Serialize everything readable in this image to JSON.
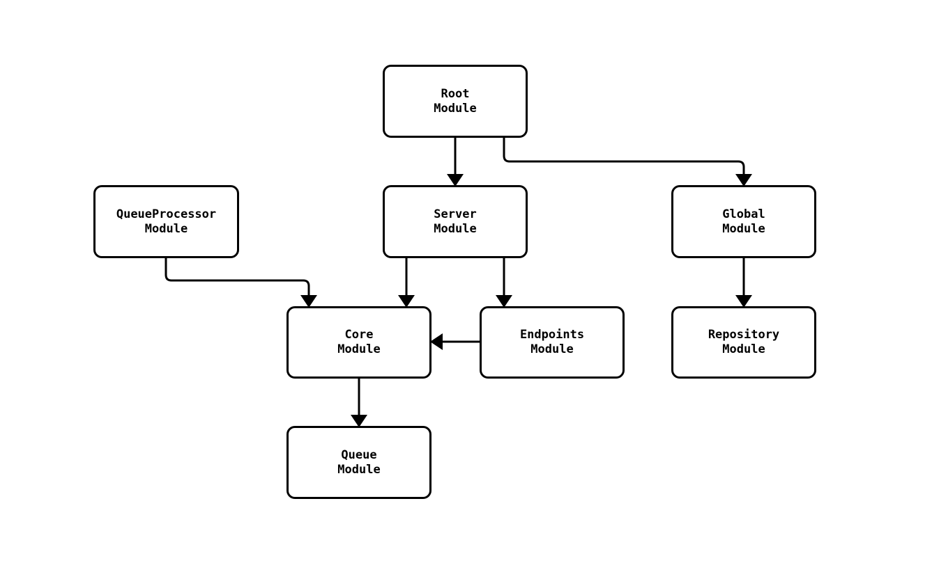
{
  "diagram": {
    "type": "module-dependency-flowchart",
    "background_color": "#ffffff",
    "node_fill": "#ffffff",
    "stroke_color": "#000000",
    "nodes": {
      "root": {
        "label": "Root\nModule"
      },
      "queueprocessor": {
        "label": "QueueProcessor\nModule"
      },
      "server": {
        "label": "Server\nModule"
      },
      "global": {
        "label": "Global\nModule"
      },
      "core": {
        "label": "Core\nModule"
      },
      "endpoints": {
        "label": "Endpoints\nModule"
      },
      "repository": {
        "label": "Repository\nModule"
      },
      "queue": {
        "label": "Queue\nModule"
      }
    },
    "edges": [
      {
        "from": "Root Module",
        "to": "Server Module"
      },
      {
        "from": "Root Module",
        "to": "Global Module"
      },
      {
        "from": "QueueProcessor Module",
        "to": "Core Module"
      },
      {
        "from": "Server Module",
        "to": "Core Module"
      },
      {
        "from": "Server Module",
        "to": "Endpoints Module"
      },
      {
        "from": "Endpoints Module",
        "to": "Core Module"
      },
      {
        "from": "Core Module",
        "to": "Queue Module"
      },
      {
        "from": "Global Module",
        "to": "Repository Module"
      }
    ]
  }
}
